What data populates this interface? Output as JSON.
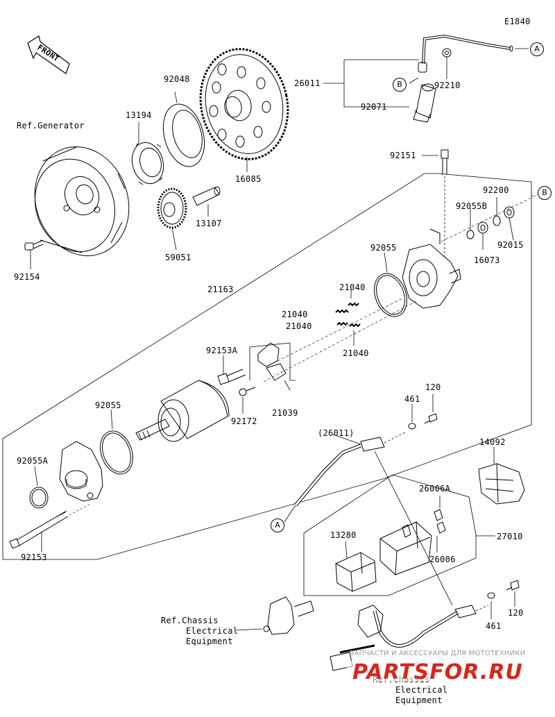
{
  "diagram_code": "E1840",
  "front_label": "FRONT",
  "parts": {
    "ref_generator": "Ref.Generator",
    "p92154": "92154",
    "p13194": "13194",
    "p92048": "92048",
    "p16085": "16085",
    "p13107": "13107",
    "p59051": "59051",
    "p26011": "26011",
    "p92071": "92071",
    "p92210": "92210",
    "p92151": "92151",
    "p92200": "92200",
    "p92055B": "92055B",
    "p92015": "92015",
    "p16073": "16073",
    "p92055_top": "92055",
    "p21163": "21163",
    "p21040_a": "21040",
    "p21040_b": "21040",
    "p21040_c": "21040",
    "p21040_d": "21040",
    "p92153A": "92153A",
    "p92172": "92172",
    "p21039": "21039",
    "p92055_left": "92055",
    "p92055A": "92055A",
    "p92153": "92153",
    "p120_a": "120",
    "p461_a": "461",
    "p26011_paren": "(26011)",
    "p14092": "14092",
    "p26006A": "26006A",
    "p27010": "27010",
    "p26006": "26006",
    "p13280": "13280",
    "p120_b": "120",
    "p461_b": "461",
    "ref_chassis_1": "Ref.Chassis",
    "electrical_1": "Electrical",
    "equipment_1": "Equipment",
    "ref_chassis_2": "Ref.Chassis",
    "electrical_2": "Electrical",
    "equipment_2": "Equipment"
  },
  "callouts": {
    "a1": "A",
    "b1": "B",
    "b2": "B",
    "a2": "A"
  },
  "watermark": "ЗАПЧАСТИ И АКСЕССУАРЫ ДЛЯ МОТОТЕХНИКИ",
  "brand": "PARTSFOR.RU",
  "colors": {
    "line": "#000000",
    "brand_red": "#d8261c",
    "watermark": "#9a9a9a"
  }
}
